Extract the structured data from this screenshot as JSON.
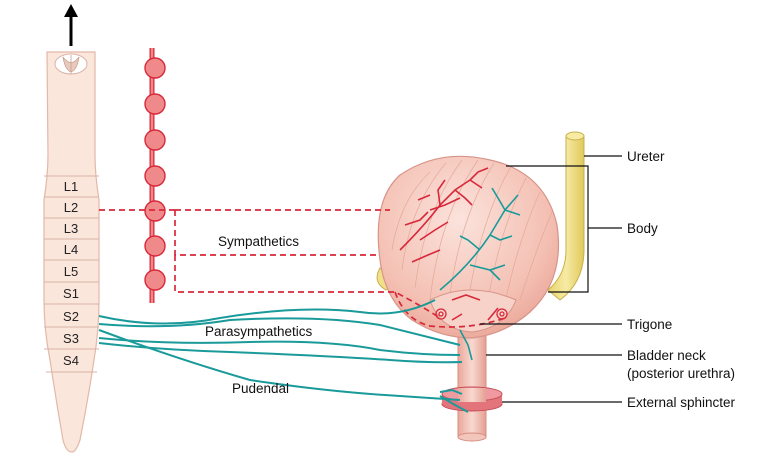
{
  "segments": [
    "L1",
    "L2",
    "L3",
    "L4",
    "L5",
    "S1",
    "S2",
    "S3",
    "S4"
  ],
  "labels": {
    "sympathetics": "Sympathetics",
    "parasympathetics": "Parasympathetics",
    "pudendal": "Pudendal",
    "ureter": "Ureter",
    "body": "Body",
    "trigone": "Trigone",
    "bladder_neck_line1": "Bladder neck",
    "bladder_neck_line2": "(posterior urethra)",
    "external_sphincter": "External sphincter"
  },
  "colors": {
    "cord": "#fbe6dc",
    "bladder": "#f4c3b6",
    "ganglion": "#f08a8a",
    "sympathetic": "#d8283a",
    "parasympathetic": "#1a9a9a",
    "ureter": "#f1e08a",
    "sphincter": "#e3747c"
  }
}
